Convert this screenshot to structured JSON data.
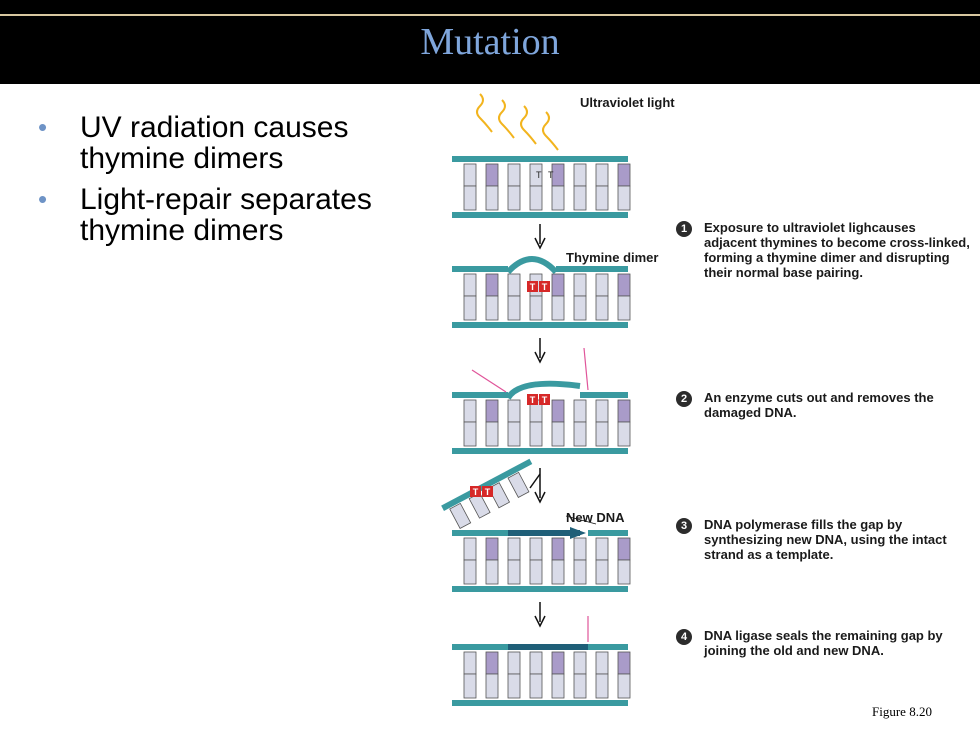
{
  "slide": {
    "title": "Mutation",
    "bullets": [
      "UV radiation causes thymine dimers",
      "Light-repair separates thymine dimers"
    ],
    "figure_label": "Figure 8.20"
  },
  "diagram": {
    "labels": {
      "uv": "Ultraviolet light",
      "dimer": "Thymine dimer",
      "new_dna": "New DNA",
      "base_t": "T"
    },
    "steps": [
      {
        "num": "1",
        "text": "Exposure to ultraviolet lighcauses adjacent thymines to become cross-linked, forming a thymine dimer and disrupting their normal base pairing."
      },
      {
        "num": "2",
        "text": "An enzyme cuts out and removes the damaged DNA."
      },
      {
        "num": "3",
        "text": "DNA polymerase fills the gap by synthesizing new DNA, using the intact strand as a template."
      },
      {
        "num": "4",
        "text": "DNA ligase seals the remaining gap by joining the old and new DNA."
      }
    ],
    "colors": {
      "backbone": "#3a9aa0",
      "new_strand": "#1f5f78",
      "base": "#d9dbe8",
      "base_alt": "#a99bc9",
      "thymine": "#d62828",
      "uv": "#f2b41e",
      "cut_arrow": "#e0559a"
    }
  }
}
